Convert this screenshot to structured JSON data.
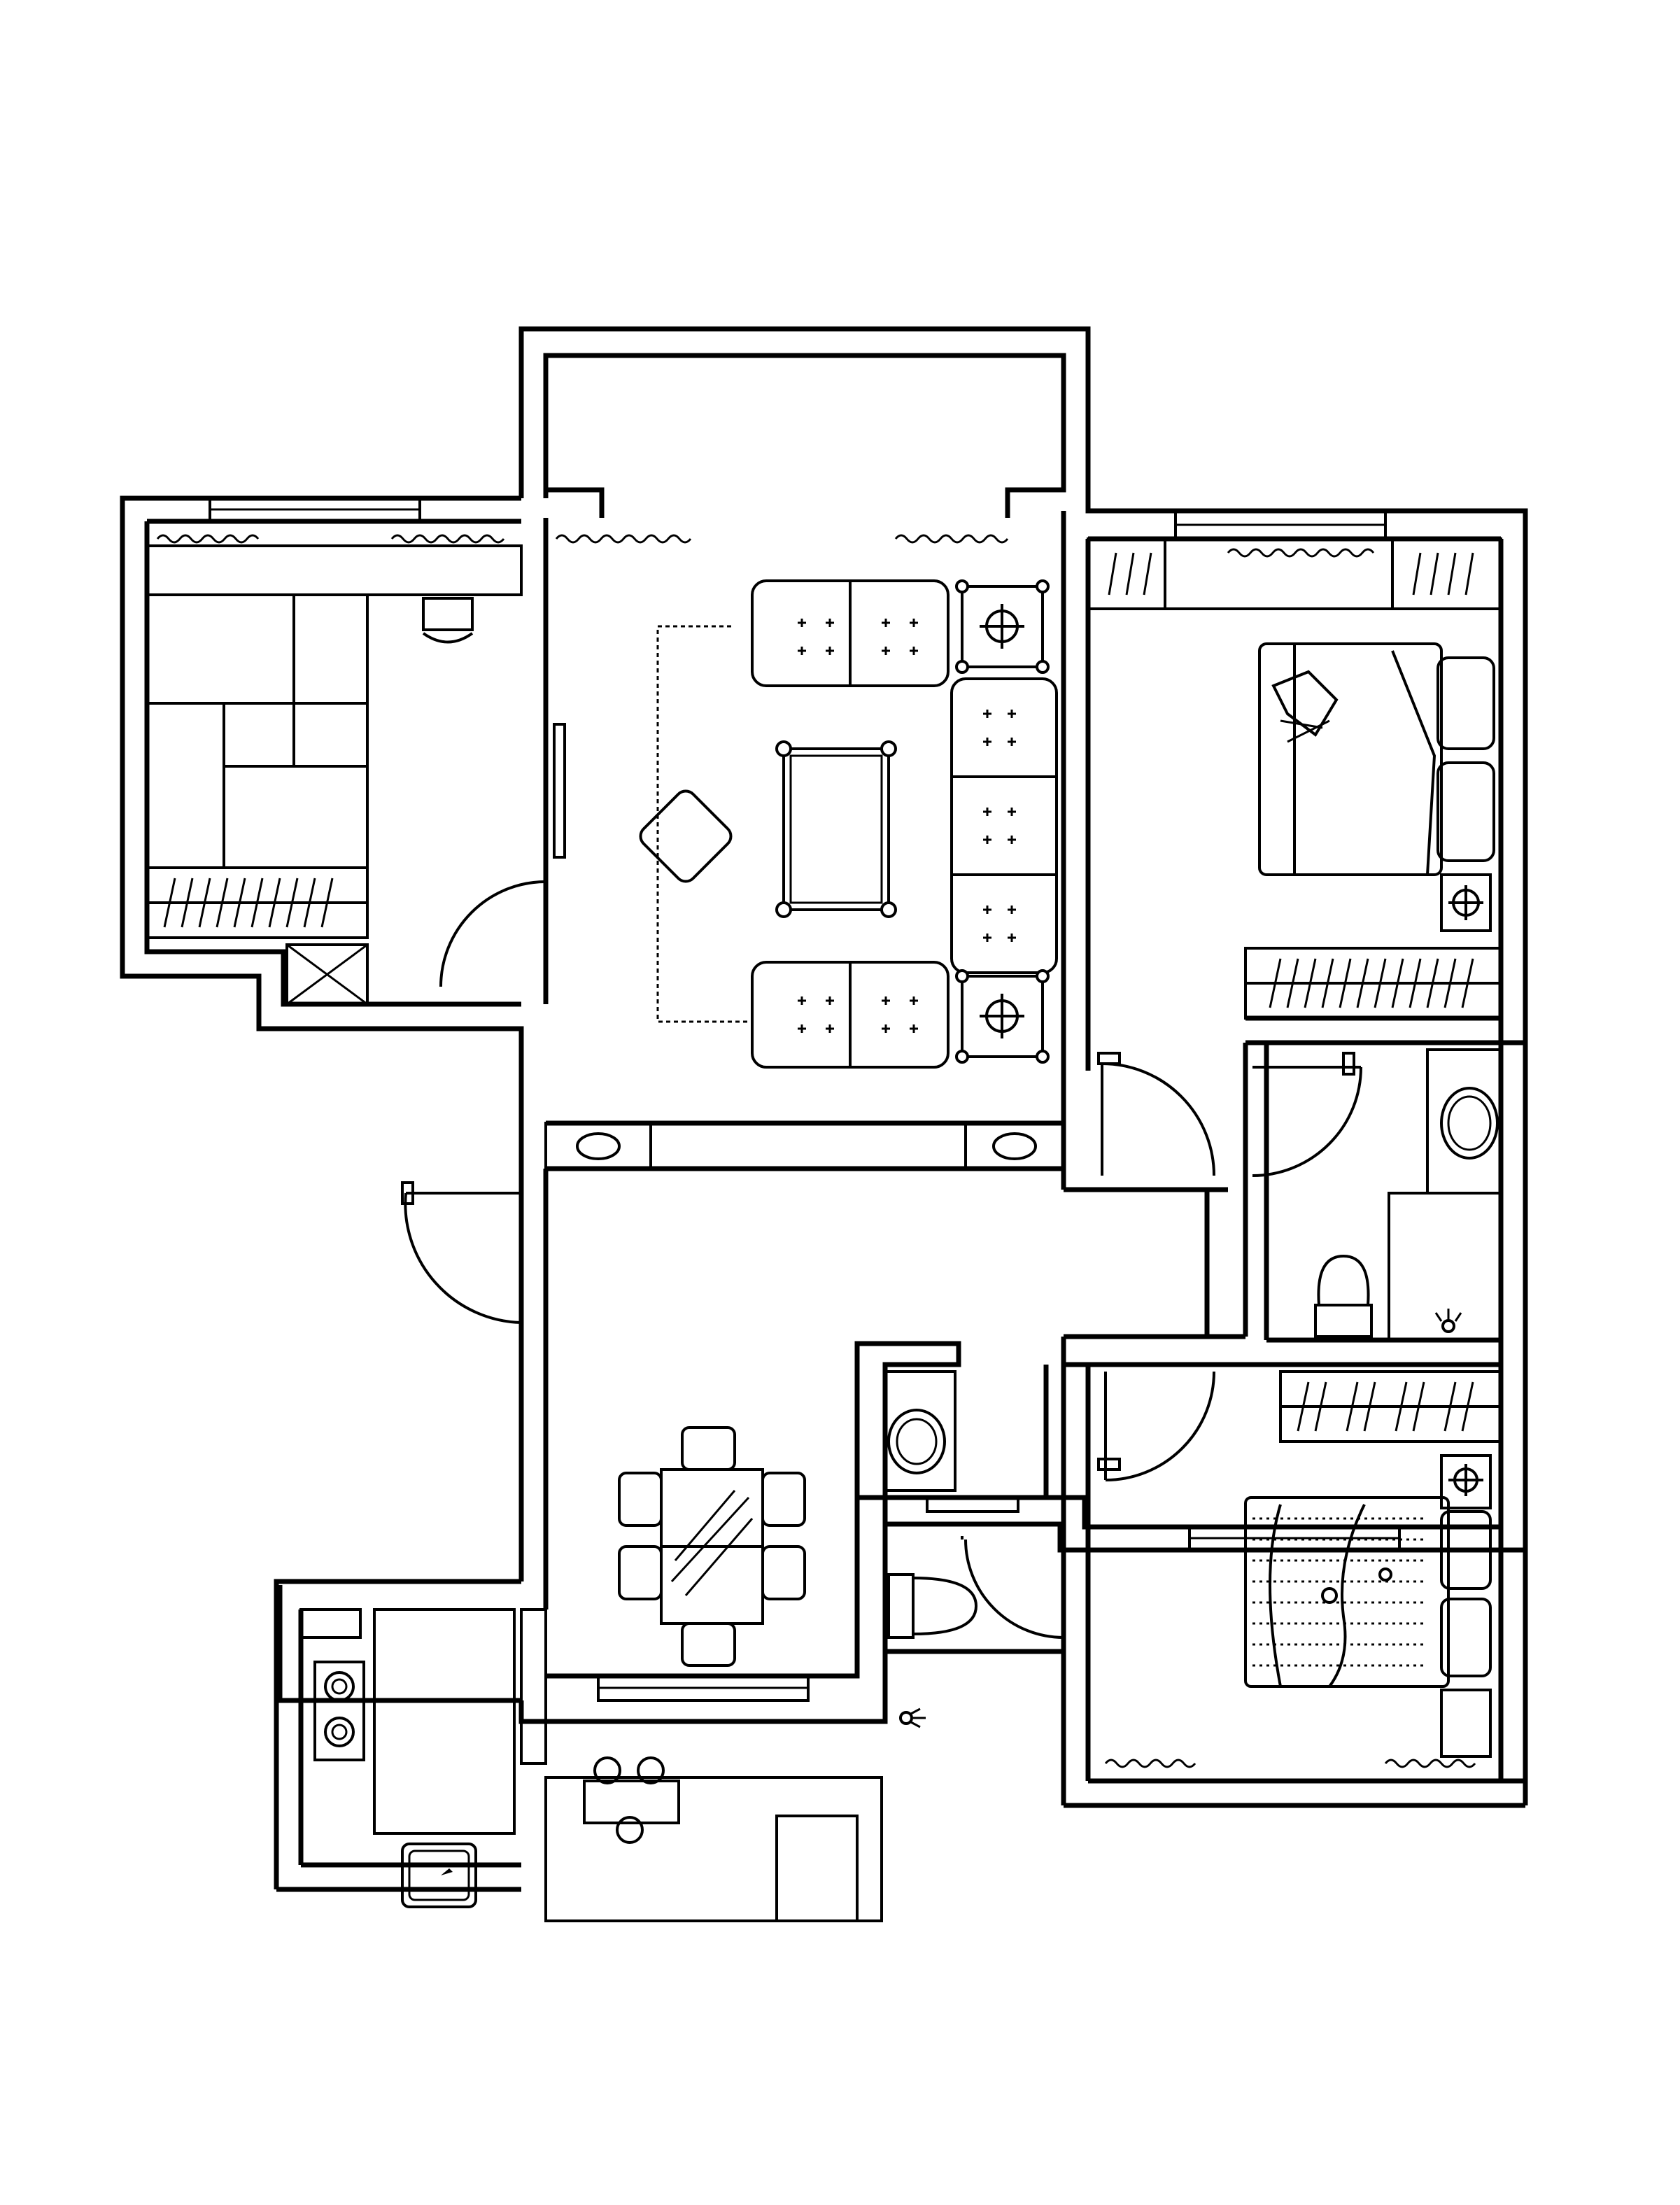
{
  "plan": {
    "colors": {
      "background": "#ffffff",
      "line": "#000000"
    },
    "rooms": [
      "study",
      "living-room",
      "balcony",
      "master-bedroom",
      "ensuite-bathroom",
      "dining-area",
      "kitchen",
      "bathroom",
      "second-bedroom",
      "laundry-balcony"
    ],
    "icons": [
      "sofa-icon",
      "coffee-table-icon",
      "side-table-lamp-icon",
      "rug-icon",
      "bed-icon",
      "wardrobe-icon",
      "desk-chair-icon",
      "dining-table-icon",
      "chair-icon",
      "stove-icon",
      "kitchen-sink-icon",
      "toilet-icon",
      "washbasin-icon",
      "shower-icon",
      "door-swing-icon",
      "window-icon",
      "curtain-icon",
      "washing-machine-icon",
      "plant-icon"
    ]
  }
}
